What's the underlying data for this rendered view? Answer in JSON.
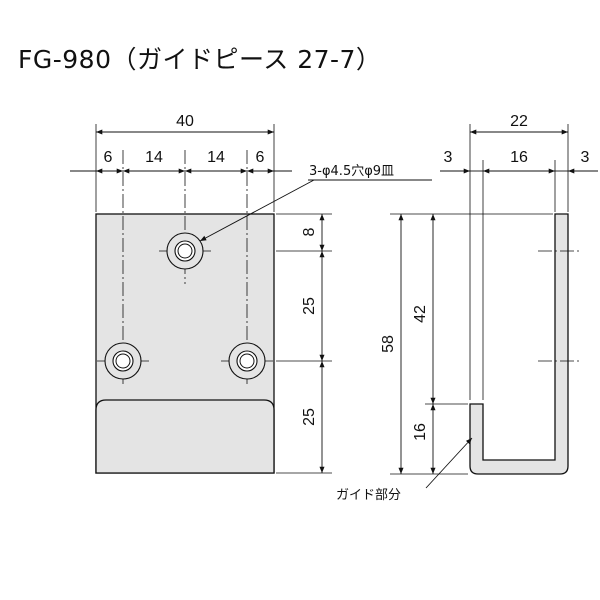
{
  "title": "FG-980（ガイドピース 27-7）",
  "front_view": {
    "overall_width": "40",
    "segments": [
      "6",
      "14",
      "14",
      "6"
    ],
    "hole_note": "3-φ4.5穴φ9皿",
    "vertical_dims": [
      "8",
      "25",
      "25"
    ]
  },
  "side_view": {
    "overall_width": "22",
    "segments": [
      "3",
      "16",
      "3"
    ],
    "total_height": "58",
    "upper_height": "42",
    "guide_height": "16",
    "guide_note": "ガイド部分"
  },
  "colors": {
    "part_fill": "#e4e4e4",
    "line": "#111111",
    "title": "#111111"
  }
}
